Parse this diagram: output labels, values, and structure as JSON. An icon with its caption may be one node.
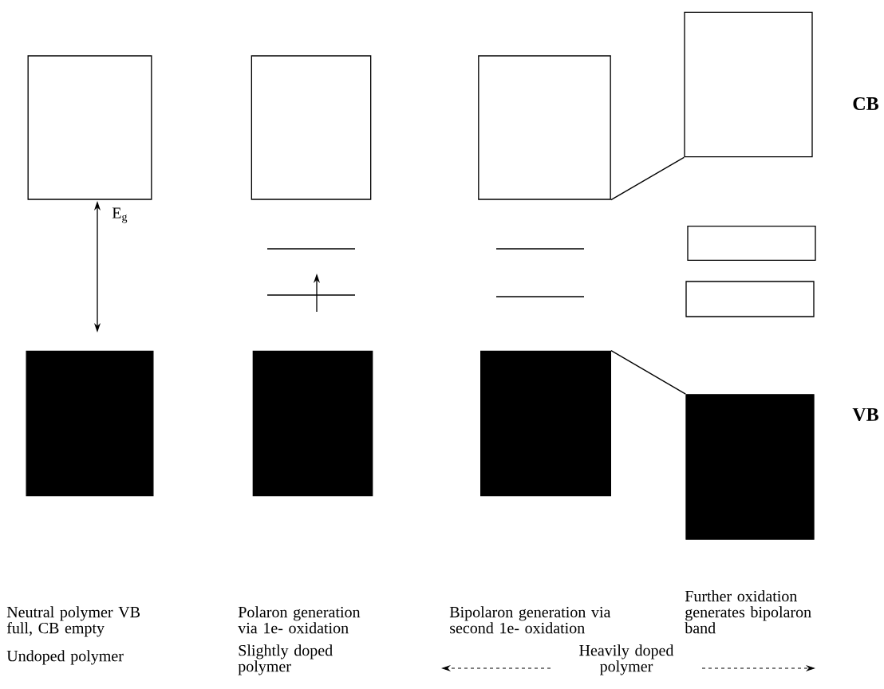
{
  "diagram": {
    "nodes": [
      {
        "text": [],
        "shape": "box"
      },
      {
        "text": [],
        "shape": "box"
      },
      {
        "text": [],
        "shape": "box"
      },
      {
        "text": [],
        "shape": "box"
      },
      {
        "text": [],
        "shape": "box"
      },
      {
        "text": [],
        "shape": "box"
      },
      {
        "text": [],
        "shape": "box"
      },
      {
        "text": [],
        "shape": "box"
      },
      {
        "text": [],
        "shape": "box"
      },
      {
        "text": [],
        "shape": "box"
      }
    ],
    "edges": [
      {
        "from": 2,
        "to": 3,
        "arrow": "none"
      },
      {
        "from": 8,
        "to": 9,
        "arrow": "none"
      }
    ],
    "labels": [
      "CB",
      "E$_{g}$",
      "VB",
      "Neutral polymer VB full, CB empty",
      "Polaron generation via 1e- oxidation",
      "Bipolaron generation via second 1e- oxidation",
      "Further oxidation generates bipolaron band",
      "Undoped polymer",
      "Slightly doped polymer",
      "Heavily doped polymer"
    ]
  }
}
